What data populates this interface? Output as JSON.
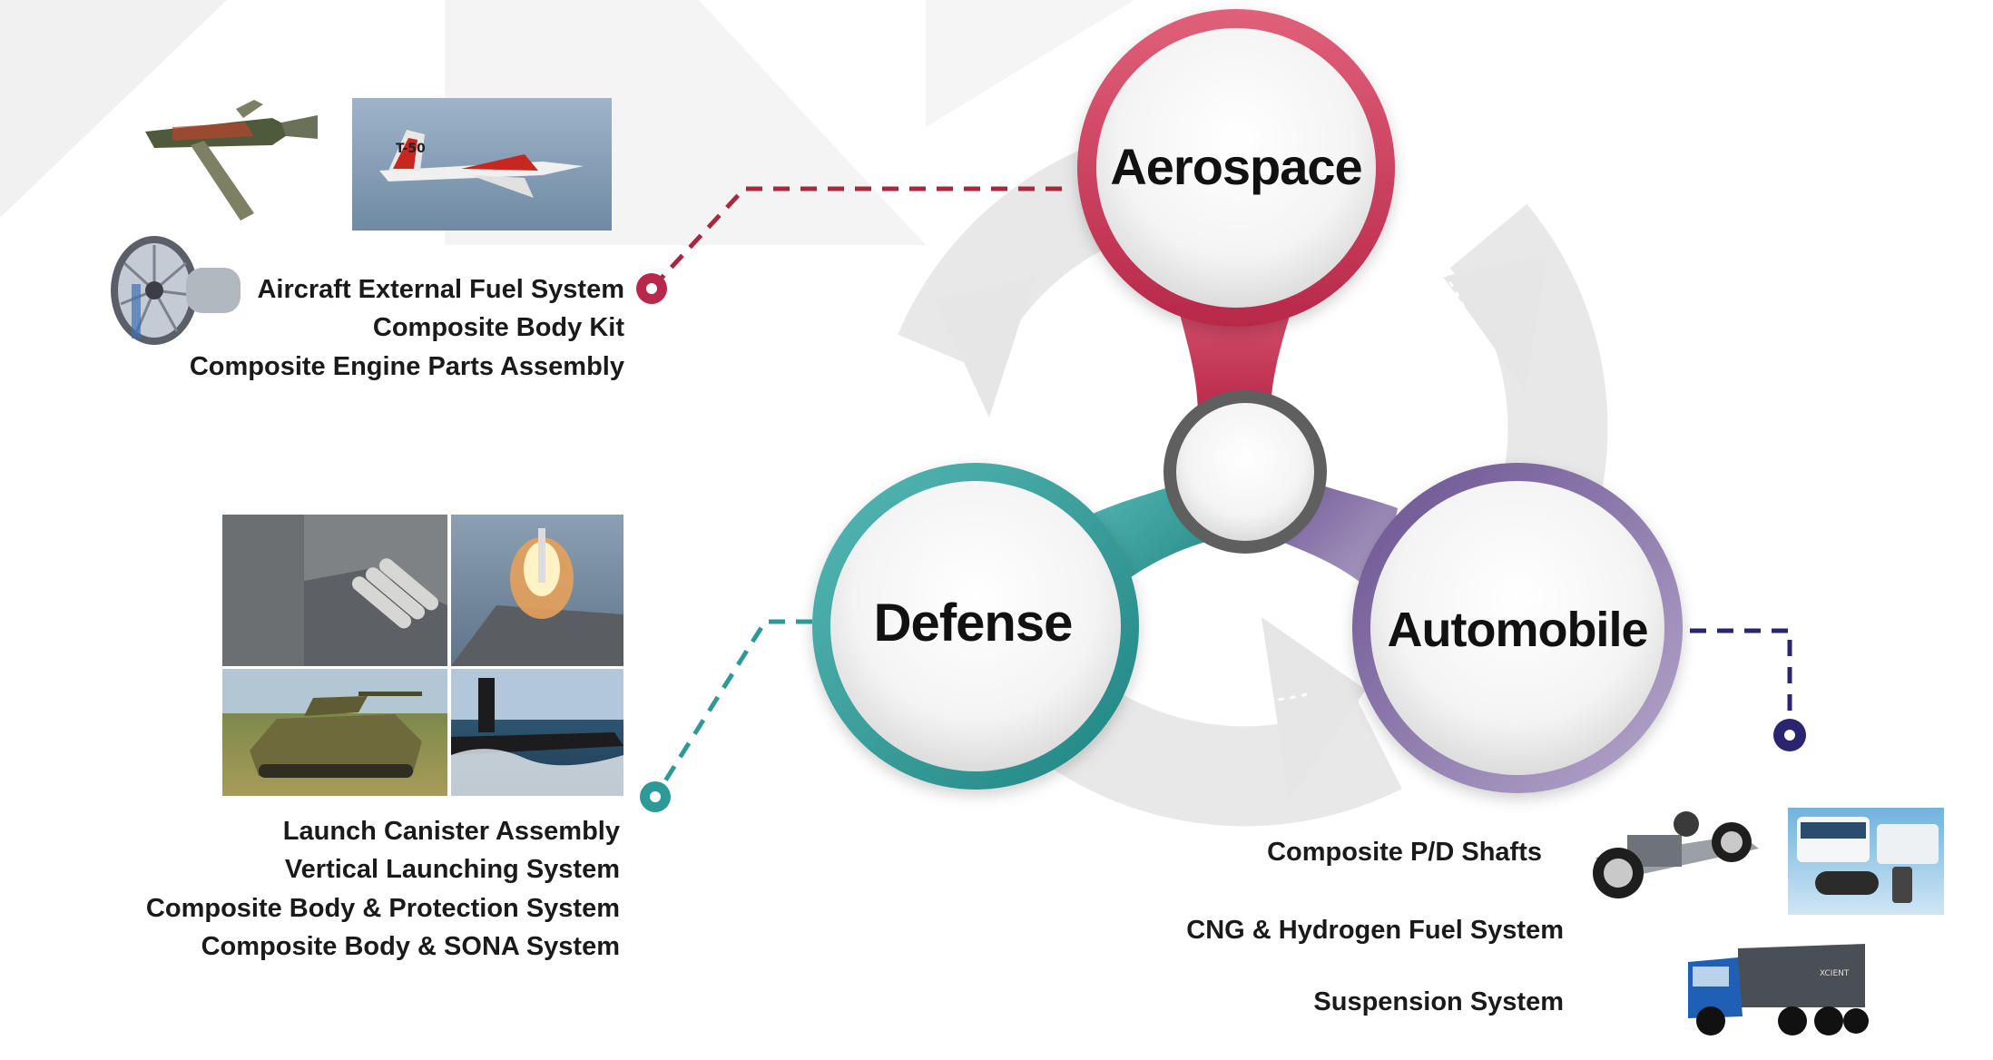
{
  "sectors": {
    "aerospace": {
      "label": "Aerospace",
      "color": "#c8385a",
      "items": [
        "Aircraft External Fuel System",
        "Composite Body Kit",
        "Composite Engine Parts Assembly"
      ]
    },
    "defense": {
      "label": "Defense",
      "color": "#2e9a98",
      "items": [
        "Launch Canister Assembly",
        "Vertical Launching System",
        "Composite Body & Protection System",
        "Composite Body & SONA System"
      ]
    },
    "automobile": {
      "label": "Automobile",
      "color": "#8b78a8",
      "items": [
        "Composite P/D Shafts",
        "CNG & Hydrogen Fuel System",
        "Suspension System"
      ]
    }
  },
  "photos": {
    "aerospace": [
      "aircraft-cutaway",
      "t50-jet-in-flight",
      "jet-engine"
    ],
    "defense": [
      "ship-launcher",
      "missile-launch",
      "armored-vehicle",
      "submarine"
    ],
    "automobile": [
      "car-chassis",
      "bus-hydrogen-tanks",
      "dump-truck"
    ]
  },
  "photo_text": {
    "t50_tail": "T-50",
    "truck_badge": "XCIENT"
  }
}
